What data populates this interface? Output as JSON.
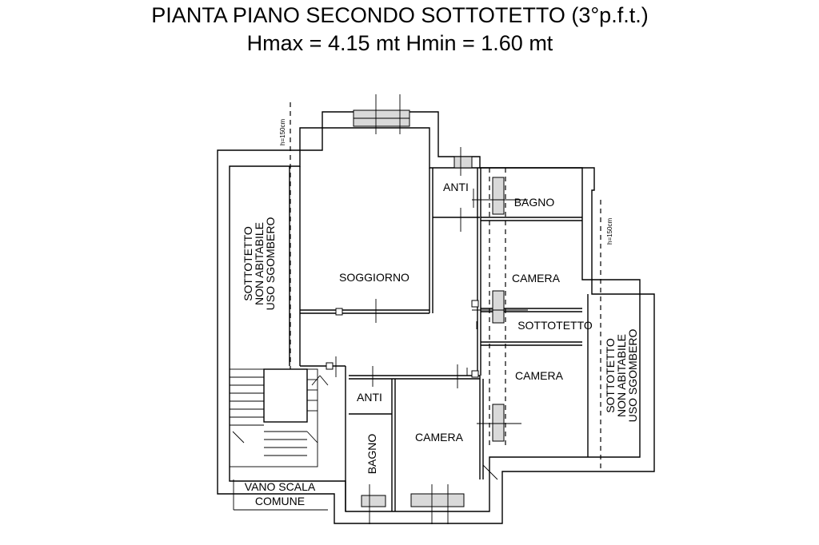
{
  "title": {
    "line1": "PIANTA PIANO SECONDO SOTTOTETTO (3°p.f.t.)",
    "line2": "Hmax = 4.15 mt Hmin = 1.60 mt"
  },
  "rooms": {
    "soggiorno": "SOGGIORNO",
    "anti_top": "ANTI",
    "bagno_top": "BAGNO",
    "camera_right_upper": "CAMERA",
    "sottotetto_corridor": "SOTTOTETTO",
    "camera_right_lower": "CAMERA",
    "camera_bottom": "CAMERA",
    "anti_bottom": "ANTI",
    "bagno_bottom": "BAGNO"
  },
  "attic_left": [
    "SOTTOTETTO",
    "NON ABITABILE",
    "USO SGOMBERO"
  ],
  "attic_right": [
    "SOTTOTETTO",
    "NON ABITABILE",
    "USO SGOMBERO"
  ],
  "stair": [
    "VANO SCALA",
    "COMUNE"
  ],
  "height_marks": [
    "h=150cm",
    "h=150cm"
  ]
}
